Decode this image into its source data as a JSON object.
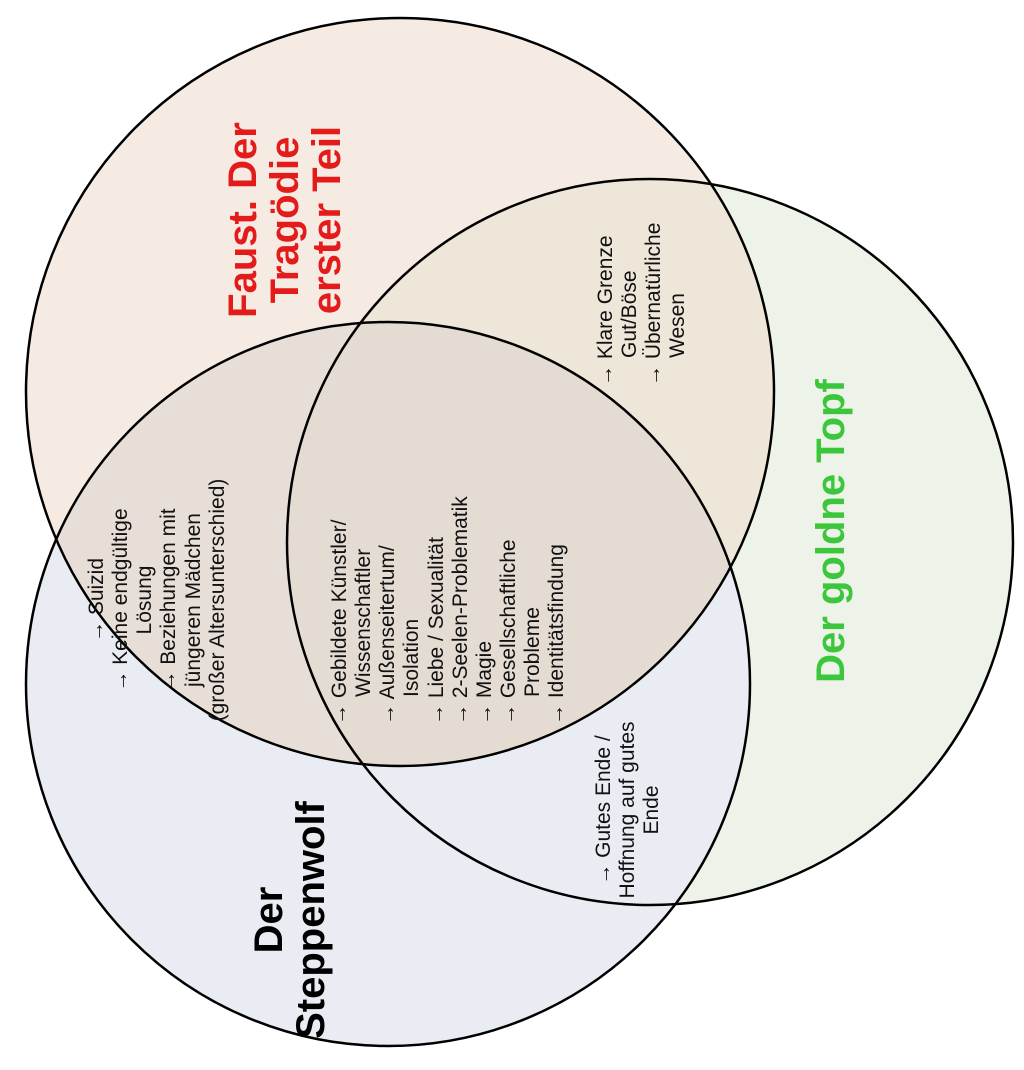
{
  "colors": {
    "faust_title": "#e31b1b",
    "topf_title": "#3cc63c",
    "steppenwolf_title": "#000000",
    "faust_fill": "#f6ebe3",
    "topf_fill": "#eef3ea",
    "steppenwolf_fill": "#e9edf3",
    "outline": "#000000"
  },
  "sets": {
    "faust": {
      "title_lines": [
        "Faust. Der",
        "Tragödie",
        "erster Teil"
      ]
    },
    "topf": {
      "title": "Der goldne Topf"
    },
    "steppenwolf": {
      "title_lines": [
        "Der",
        "Steppenwolf"
      ]
    }
  },
  "regions": {
    "faust_steppenwolf": [
      "→ Suizid",
      "→ Keine endgültige",
      "Lösung",
      "→ Beziehungen mit",
      "jüngeren Mädchen",
      "(großer Altersunterschied)"
    ],
    "center": [
      "→ Gebildete  Künstler/",
      "Wissenschaftler",
      "→ Außenseitertum/",
      "Isolation",
      "→ Liebe / Sexualität",
      "→ 2-Seelen-Problematik",
      "→ Magie",
      "→ Gesellschaftliche",
      "Probleme",
      "→ Identitätsfindung"
    ],
    "faust_topf": [
      "→ Klare Grenze",
      "Gut/Böse",
      "→ Übernatürliche",
      "Wesen"
    ],
    "topf_steppenwolf": [
      "→ Gutes Ende /",
      "Hoffnung auf gutes",
      "Ende"
    ]
  }
}
